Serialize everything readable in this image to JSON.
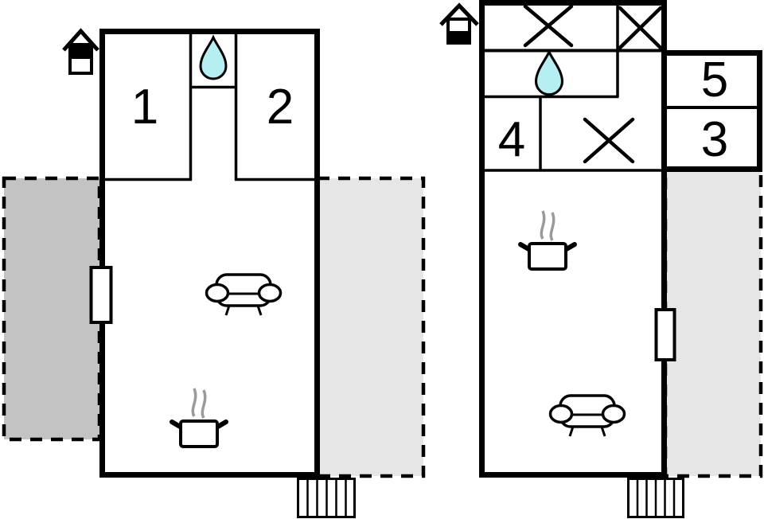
{
  "plan": {
    "left_unit": {
      "rooms": [
        {
          "label": "1"
        },
        {
          "label": "2"
        }
      ]
    },
    "right_unit": {
      "rooms": [
        {
          "label": "4"
        },
        {
          "label": "5"
        },
        {
          "label": "3"
        }
      ]
    }
  },
  "colors": {
    "wall": "#000000",
    "floor": "#ffffff",
    "terrace_dark": "#c3c3c3",
    "terrace_light": "#e6e6e6",
    "water_drop": "#b5eff2",
    "steam": "#9a9a9a",
    "label_text": "#000000"
  },
  "icons": {
    "entrance": "house-entrance-icon",
    "bathroom": "water-drop-icon",
    "crossed_room": "x-cross-icon",
    "sofa": "sofa-icon",
    "stove": "steaming-pot-icon",
    "door": "door-opening-icon",
    "stairs": "stairs-icon",
    "terrace": "dashed-terrace-area"
  }
}
